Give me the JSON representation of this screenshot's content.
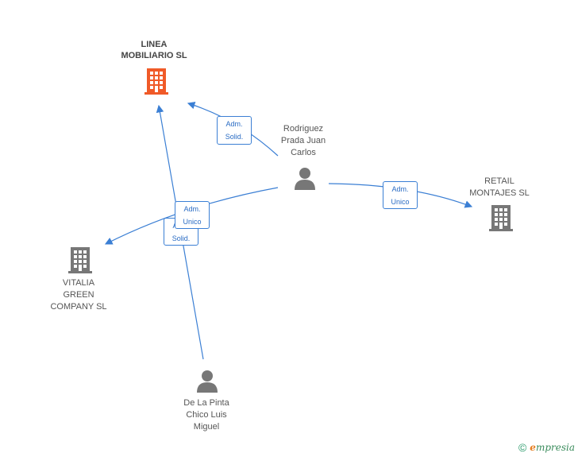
{
  "nodes": {
    "linea": {
      "lines": [
        "LINEA",
        "MOBILIARIO SL"
      ],
      "icon": "building-icon",
      "color": "#f05a28"
    },
    "rodriguez": {
      "lines": [
        "Rodriguez",
        "Prada Juan",
        "Carlos"
      ],
      "icon": "person-icon"
    },
    "retail": {
      "lines": [
        "RETAIL",
        "MONTAJES SL"
      ],
      "icon": "building-icon"
    },
    "vitalia": {
      "lines": [
        "VITALIA",
        "GREEN",
        "COMPANY SL"
      ],
      "icon": "building-icon"
    },
    "delapinta": {
      "lines": [
        "De La Pinta",
        "Chico Luis",
        "Miguel"
      ],
      "icon": "person-icon"
    }
  },
  "relations": {
    "rod_linea": [
      "Adm.",
      "Solid."
    ],
    "rod_retail": [
      "Adm.",
      "Unico"
    ],
    "rod_vitalia": [
      "Adm.",
      "Unico"
    ],
    "pinta_linea": [
      "Adm.",
      "Solid."
    ]
  },
  "colors": {
    "edge": "#3b7fd4",
    "node_gray": "#777777",
    "accent": "#f05a28"
  },
  "footer": {
    "copyright": "©",
    "brand_initial": "e",
    "brand_rest": "mpresia"
  }
}
